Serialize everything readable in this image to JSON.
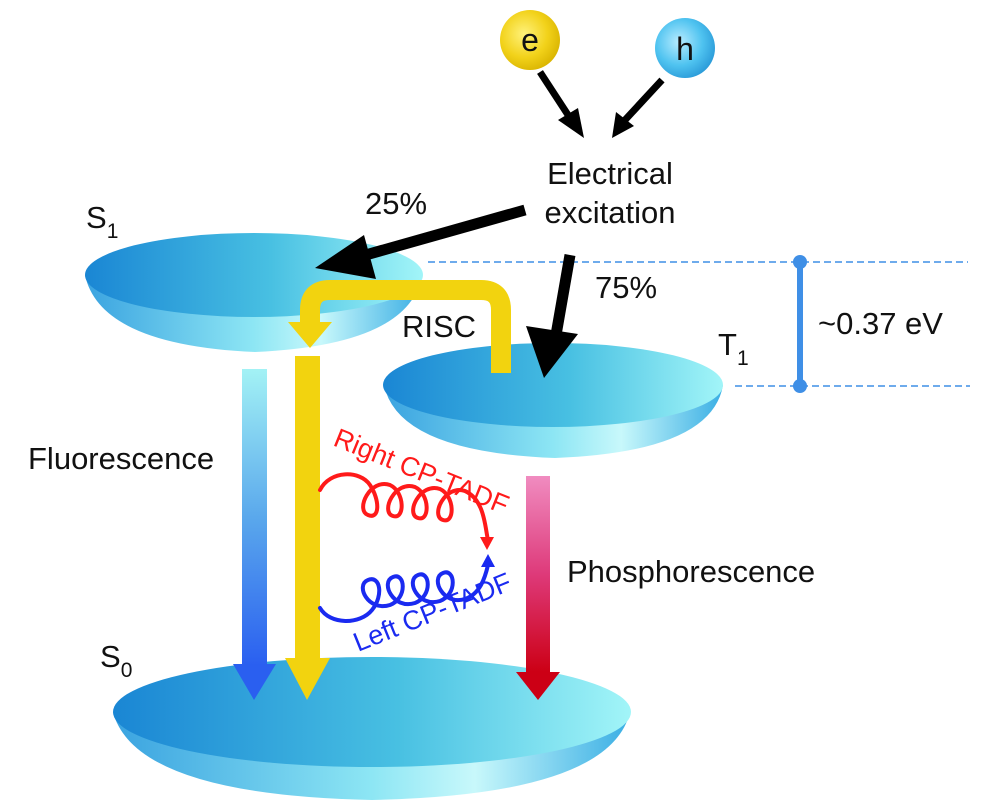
{
  "particles": {
    "electron": {
      "label": "e",
      "color": "#f2d21a"
    },
    "hole": {
      "label": "h",
      "color": "#4fc3f0"
    }
  },
  "excitation": {
    "line1": "Electrical",
    "line2": "excitation"
  },
  "branching": {
    "singlet_percent": "25%",
    "triplet_percent": "75%"
  },
  "states": {
    "s1": {
      "main": "S",
      "sub": "1"
    },
    "t1": {
      "main": "T",
      "sub": "1"
    },
    "s0": {
      "main": "S",
      "sub": "0"
    }
  },
  "processes": {
    "risc": "RISC",
    "fluorescence": "Fluorescence",
    "phosphorescence": "Phosphorescence",
    "right_cp": "Right CP-TADF",
    "left_cp": "Left CP-TADF"
  },
  "energy_gap": {
    "label": "~0.37 eV"
  },
  "colors": {
    "disc_dark": "#1a86d4",
    "disc_light": "#9ef4f7",
    "tadf_yellow": "#f2d30f",
    "fluorescence_top": "#a3f2f5",
    "fluorescence_bottom": "#2a5ff0",
    "phosphorescence_top": "#f08cc0",
    "phosphorescence_bottom": "#cc0015",
    "right_cp": "#ff1a1a",
    "left_cp": "#1a2af0",
    "gap_marker": "#3f8fe6"
  }
}
